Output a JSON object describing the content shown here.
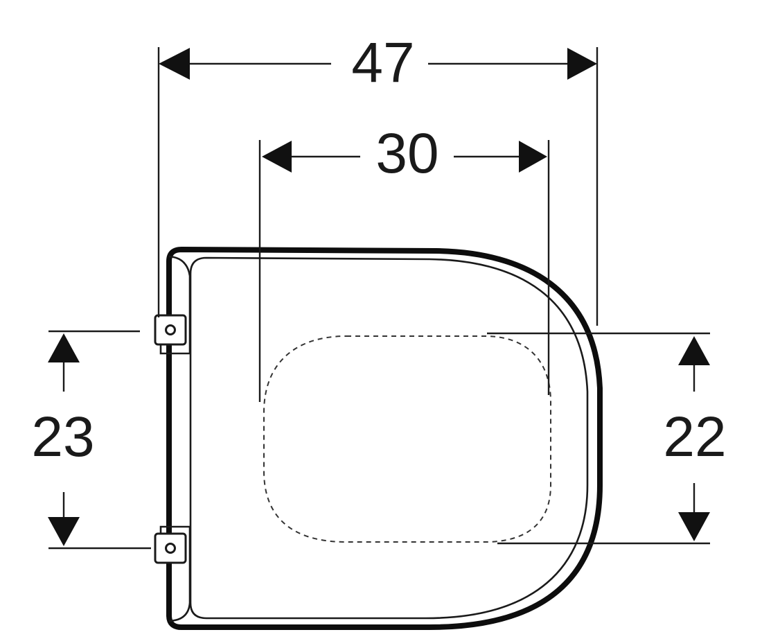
{
  "diagram": {
    "dimensions": {
      "overall_width": "47",
      "inner_width": "30",
      "hinge_spacing": "23",
      "inner_depth": "22"
    },
    "colors": {
      "ink": "#111111",
      "background": "#ffffff"
    }
  }
}
